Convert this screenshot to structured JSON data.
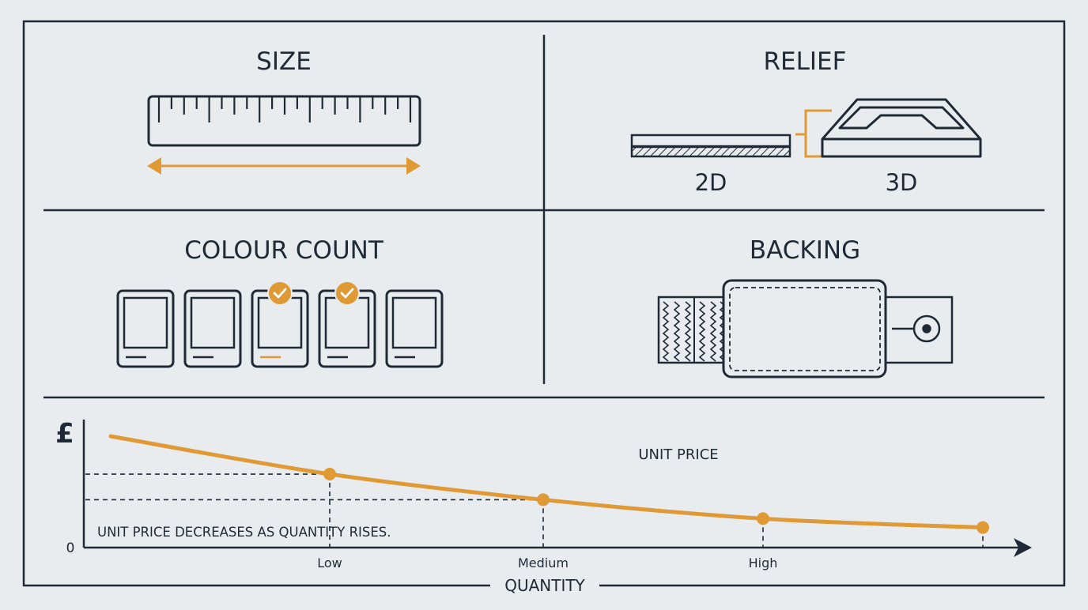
{
  "colors": {
    "ink": "#1f2a36",
    "accent": "#e09a35",
    "background": "#e9ecef"
  },
  "panels": {
    "size": {
      "title": "SIZE"
    },
    "relief": {
      "title": "RELIEF",
      "label_2d": "2D",
      "label_3d": "3D"
    },
    "colour_count": {
      "title": "COLOUR COUNT",
      "swatch_count": 5,
      "checked_indices": [
        2,
        3
      ]
    },
    "backing": {
      "title": "BACKING"
    }
  },
  "icons": [
    "ruler-icon",
    "double-arrow-icon",
    "flat-patch-icon",
    "raised-patch-icon",
    "colour-swatch-icon",
    "check-icon",
    "hook-loop-icon",
    "patch-icon",
    "pin-icon"
  ],
  "price_chart": {
    "y_axis_symbol": "£",
    "y_zero_label": "0",
    "x_label": "QUANTITY",
    "series_label": "UNIT PRICE",
    "caption": "UNIT PRICE DECREASES AS QUANTITY RISES.",
    "ticks": [
      "Low",
      "Medium",
      "High"
    ]
  },
  "chart_data": {
    "type": "line",
    "title": "",
    "xlabel": "QUANTITY",
    "ylabel": "£",
    "x": [
      "Low",
      "Medium",
      "High"
    ],
    "series": [
      {
        "name": "UNIT PRICE",
        "values": [
          0.66,
          0.43,
          0.26
        ]
      }
    ],
    "start_value": 1.0,
    "end_value": 0.18,
    "ylim": [
      0,
      1.15
    ],
    "grid": false,
    "legend": "inline"
  }
}
